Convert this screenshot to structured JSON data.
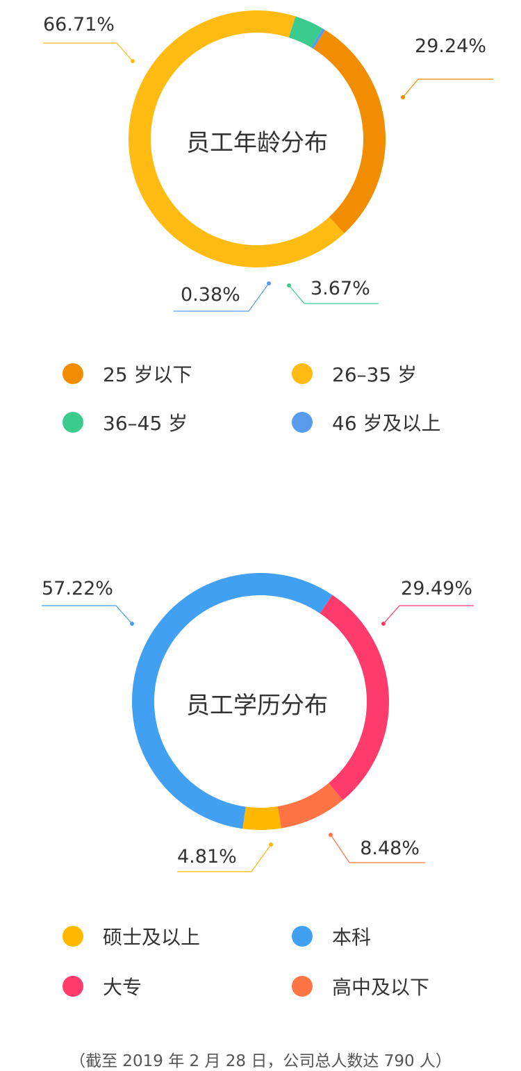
{
  "chart_data": [
    {
      "type": "pie",
      "title": "员工年龄分布",
      "series": [
        {
          "name": "25 岁以下",
          "value": 29.24,
          "label": "29.24%",
          "color": "#F28C00"
        },
        {
          "name": "26–35 岁",
          "value": 66.71,
          "label": "66.71%",
          "color": "#FFBB12"
        },
        {
          "name": "36–45 岁",
          "value": 3.67,
          "label": "3.67%",
          "color": "#3ACB8F"
        },
        {
          "name": "46 岁及以上",
          "value": 0.38,
          "label": "0.38%",
          "color": "#5A9CEC"
        }
      ],
      "legend": [
        {
          "label": "25 岁以下",
          "color": "#F28C00"
        },
        {
          "label": "26–35 岁",
          "color": "#FFBB12"
        },
        {
          "label": "36–45 岁",
          "color": "#3ACB8F"
        },
        {
          "label": "46 岁及以上",
          "color": "#5A9CEC"
        }
      ]
    },
    {
      "type": "pie",
      "title": "员工学历分布",
      "series": [
        {
          "name": "大专",
          "value": 29.49,
          "label": "29.49%",
          "color": "#FF3B6B"
        },
        {
          "name": "高中及以下",
          "value": 8.48,
          "label": "8.48%",
          "color": "#FF7444"
        },
        {
          "name": "硕士及以上",
          "value": 4.81,
          "label": "4.81%",
          "color": "#FFB800"
        },
        {
          "name": "本科",
          "value": 57.22,
          "label": "57.22%",
          "color": "#42A0F2"
        }
      ],
      "legend": [
        {
          "label": "硕士及以上",
          "color": "#FFB800"
        },
        {
          "label": "本科",
          "color": "#42A0F2"
        },
        {
          "label": "大专",
          "color": "#FF3B6B"
        },
        {
          "label": "高中及以下",
          "color": "#FF7444"
        }
      ]
    }
  ],
  "footnote": "（截至 2019 年 2 月 28 日，公司总人数达 790 人）"
}
